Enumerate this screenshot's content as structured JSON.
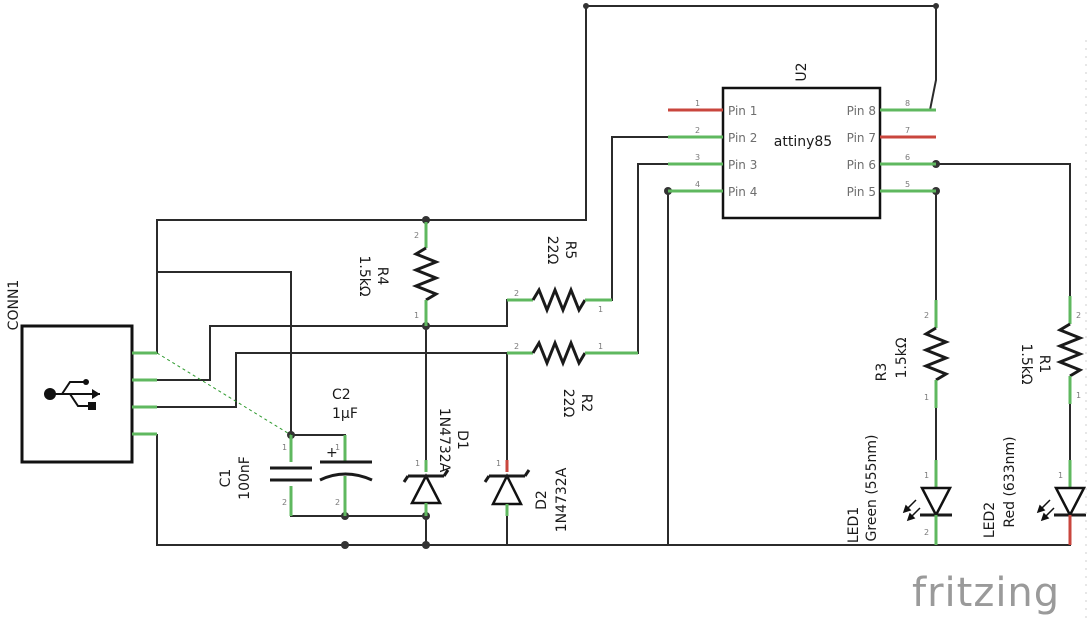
{
  "conn1": {
    "ref": "CONN1"
  },
  "u2": {
    "ref": "U2",
    "part": "attiny85",
    "left_pins": [
      "Pin 1",
      "Pin 2",
      "Pin 3",
      "Pin 4"
    ],
    "right_pins": [
      "Pin 8",
      "Pin 7",
      "Pin 6",
      "Pin 5"
    ],
    "left_nums": [
      "1",
      "2",
      "3",
      "4"
    ],
    "right_nums": [
      "8",
      "7",
      "6",
      "5"
    ]
  },
  "c1": {
    "ref": "C1",
    "value": "100nF"
  },
  "c2": {
    "ref": "C2",
    "value": "1µF"
  },
  "d1": {
    "ref": "D1",
    "value": "1N4732A"
  },
  "d2": {
    "ref": "D2",
    "value": "1N4732A"
  },
  "r1": {
    "ref": "R1",
    "value": "1.5kΩ"
  },
  "r2": {
    "ref": "R2",
    "value": "22Ω"
  },
  "r3": {
    "ref": "R3",
    "value": "1.5kΩ"
  },
  "r4": {
    "ref": "R4",
    "value": "1.5kΩ"
  },
  "r5": {
    "ref": "R5",
    "value": "22Ω"
  },
  "led1": {
    "ref": "LED1",
    "value": "Green (555nm)"
  },
  "led2": {
    "ref": "LED2",
    "value": "Red (633nm)"
  },
  "pin_numbers": {
    "one": "1",
    "two": "2"
  },
  "polarity": {
    "plus": "+"
  },
  "brand": {
    "text": "fritzing"
  },
  "colors": {
    "wire": "#2b2b2b",
    "connected_pin": "#5fb85f",
    "unconnected_pin": "#c9463d",
    "ratsnest": "#2e9a2e",
    "logo": "#9a9a9a"
  }
}
